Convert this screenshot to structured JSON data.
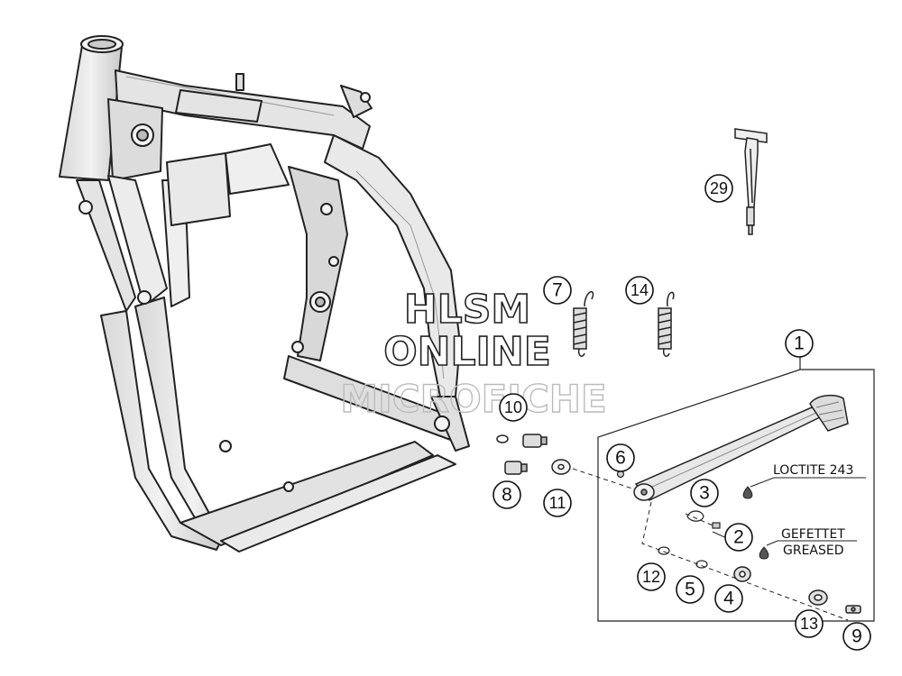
{
  "watermark": {
    "line1": "HLSM",
    "line2": "ONLINE",
    "line3": "MICROFICHE"
  },
  "callouts": {
    "c1": "1",
    "c2": "2",
    "c3": "3",
    "c4": "4",
    "c5": "5",
    "c6": "6",
    "c7": "7",
    "c8": "8",
    "c9": "9",
    "c10": "10",
    "c11": "11",
    "c12": "12",
    "c13": "13",
    "c14": "14",
    "c29": "29"
  },
  "notes": {
    "loctite": "LOCTITE 243",
    "gefettet": "GEFETTET",
    "greased": "GREASED"
  },
  "colors": {
    "line": "#222222",
    "frame_fill": "#e6e6e6",
    "frame_shadow": "#cfcfcf"
  }
}
